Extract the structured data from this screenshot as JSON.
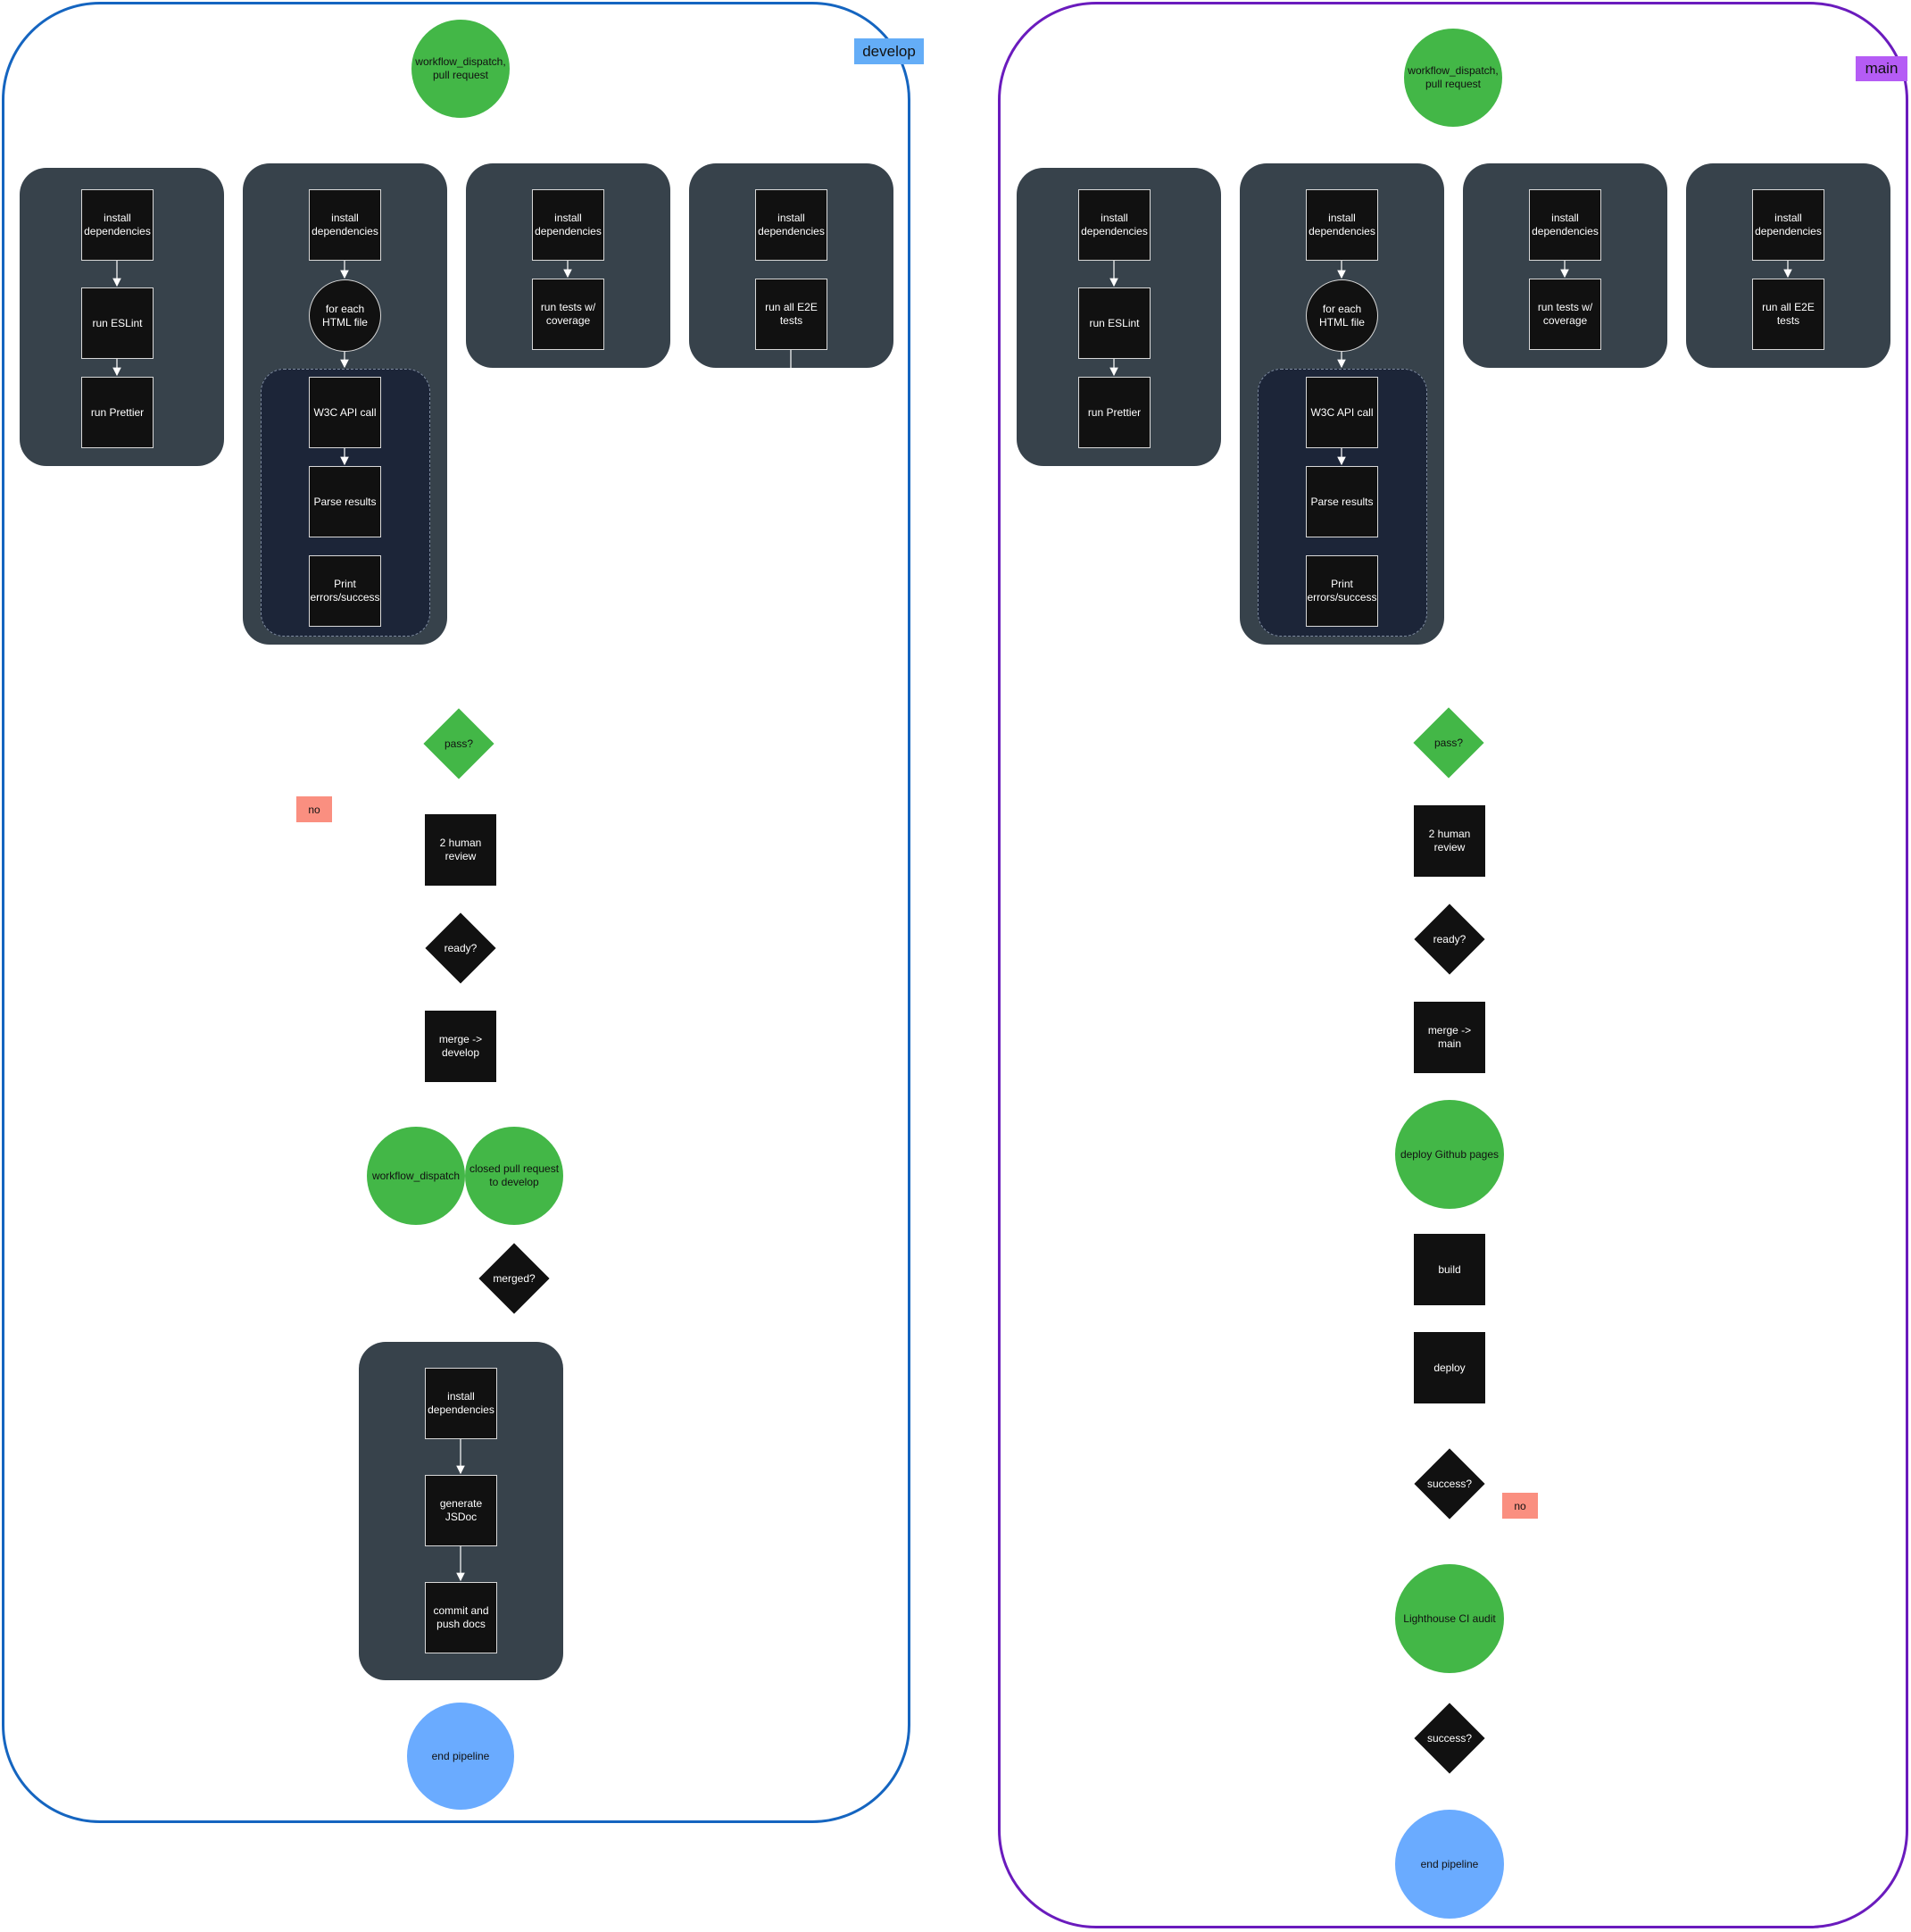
{
  "lanes": {
    "develop": {
      "tag": "develop",
      "trigger": "workflow_dispatch, pull request",
      "lint": [
        "install dependencies",
        "run ESLint",
        "run Prettier"
      ],
      "html_validate": {
        "install": "install dependencies",
        "loop": "for each HTML file",
        "steps": [
          "W3C API call",
          "Parse results",
          "Print errors/success"
        ]
      },
      "unit_tests": [
        "install dependencies",
        "run tests w/ coverage"
      ],
      "e2e_tests": [
        "install dependencies",
        "run all E2E tests"
      ],
      "pass_decision": "pass?",
      "no_label": "no",
      "review": "2 human review",
      "ready_decision": "ready?",
      "merge": "merge -> develop",
      "docs_trigger_a": "workflow_dispatch",
      "docs_trigger_b": "closed pull request to develop",
      "merged_decision": "merged?",
      "docs": [
        "install dependencies",
        "generate JSDoc",
        "commit and push docs"
      ],
      "end": "end pipeline"
    },
    "main": {
      "tag": "main",
      "trigger": "workflow_dispatch, pull request",
      "lint": [
        "install dependencies",
        "run ESLint",
        "run Prettier"
      ],
      "html_validate": {
        "install": "install dependencies",
        "loop": "for each HTML file",
        "steps": [
          "W3C API call",
          "Parse results",
          "Print errors/success"
        ]
      },
      "unit_tests": [
        "install dependencies",
        "run tests w/ coverage"
      ],
      "e2e_tests": [
        "install dependencies",
        "run all E2E tests"
      ],
      "pass_decision": "pass?",
      "review": "2 human review",
      "ready_decision": "ready?",
      "merge": "merge -> main",
      "deploy_trigger": "deploy Github pages",
      "build": "build",
      "deploy": "deploy",
      "success_decision_1": "success?",
      "no_label": "no",
      "audit": "Lighthouse CI audit",
      "success_decision_2": "success?",
      "end": "end pipeline"
    }
  },
  "colors": {
    "develop_border": "#1565c0",
    "main_border": "#6a1bbd",
    "develop_tag": "#64adf7",
    "main_tag": "#b55cf5",
    "trigger_green": "#43b747",
    "end_blue": "#6aabff",
    "no_badge": "#fa8f80",
    "job_group": "#37424b",
    "loop_group": "#1c2538",
    "step_box": "#111111"
  }
}
